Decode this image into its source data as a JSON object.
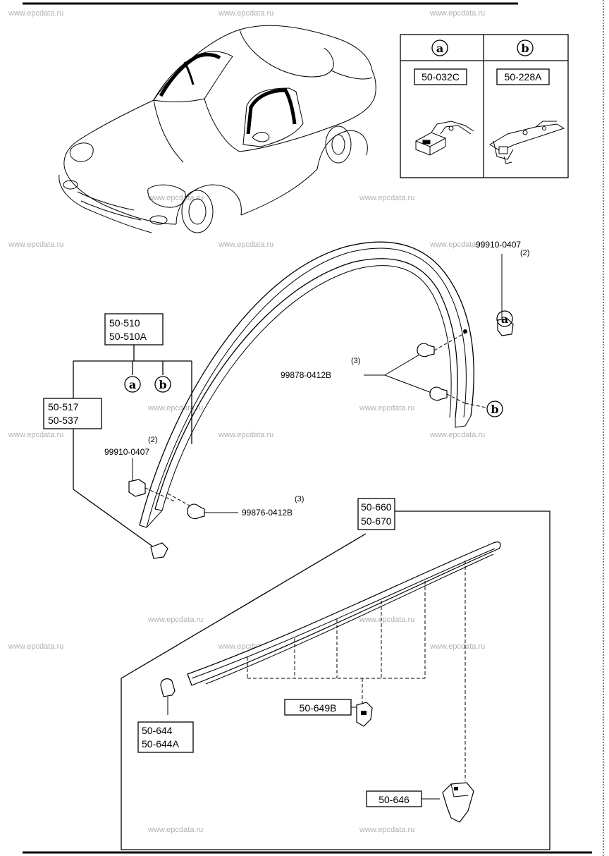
{
  "watermark": "www.epcdata.ru",
  "legend": {
    "a": {
      "symbol": "a",
      "part_number": "50-032C"
    },
    "b": {
      "symbol": "b",
      "part_number": "50-228A"
    }
  },
  "callouts": {
    "c_50510": [
      "50-510",
      "50-510A"
    ],
    "c_50517": [
      "50-517",
      "50-537"
    ],
    "c_50660": [
      "50-660",
      "50-670"
    ],
    "c_50649": [
      "50-649B"
    ],
    "c_50644": [
      "50-644",
      "50-644A"
    ],
    "c_50646": [
      "50-646"
    ]
  },
  "fasteners": {
    "clip_top_qty": "(2)",
    "clip_top_pn": "99910-0407",
    "screw_right_qty": "(3)",
    "screw_right_pn": "99878-0412B",
    "clip_left_qty": "(2)",
    "clip_left_pn": "99910-0407",
    "screw_left_qty": "(3)",
    "screw_left_pn": "99876-0412B"
  },
  "markers": {
    "a": "a",
    "b": "b"
  }
}
